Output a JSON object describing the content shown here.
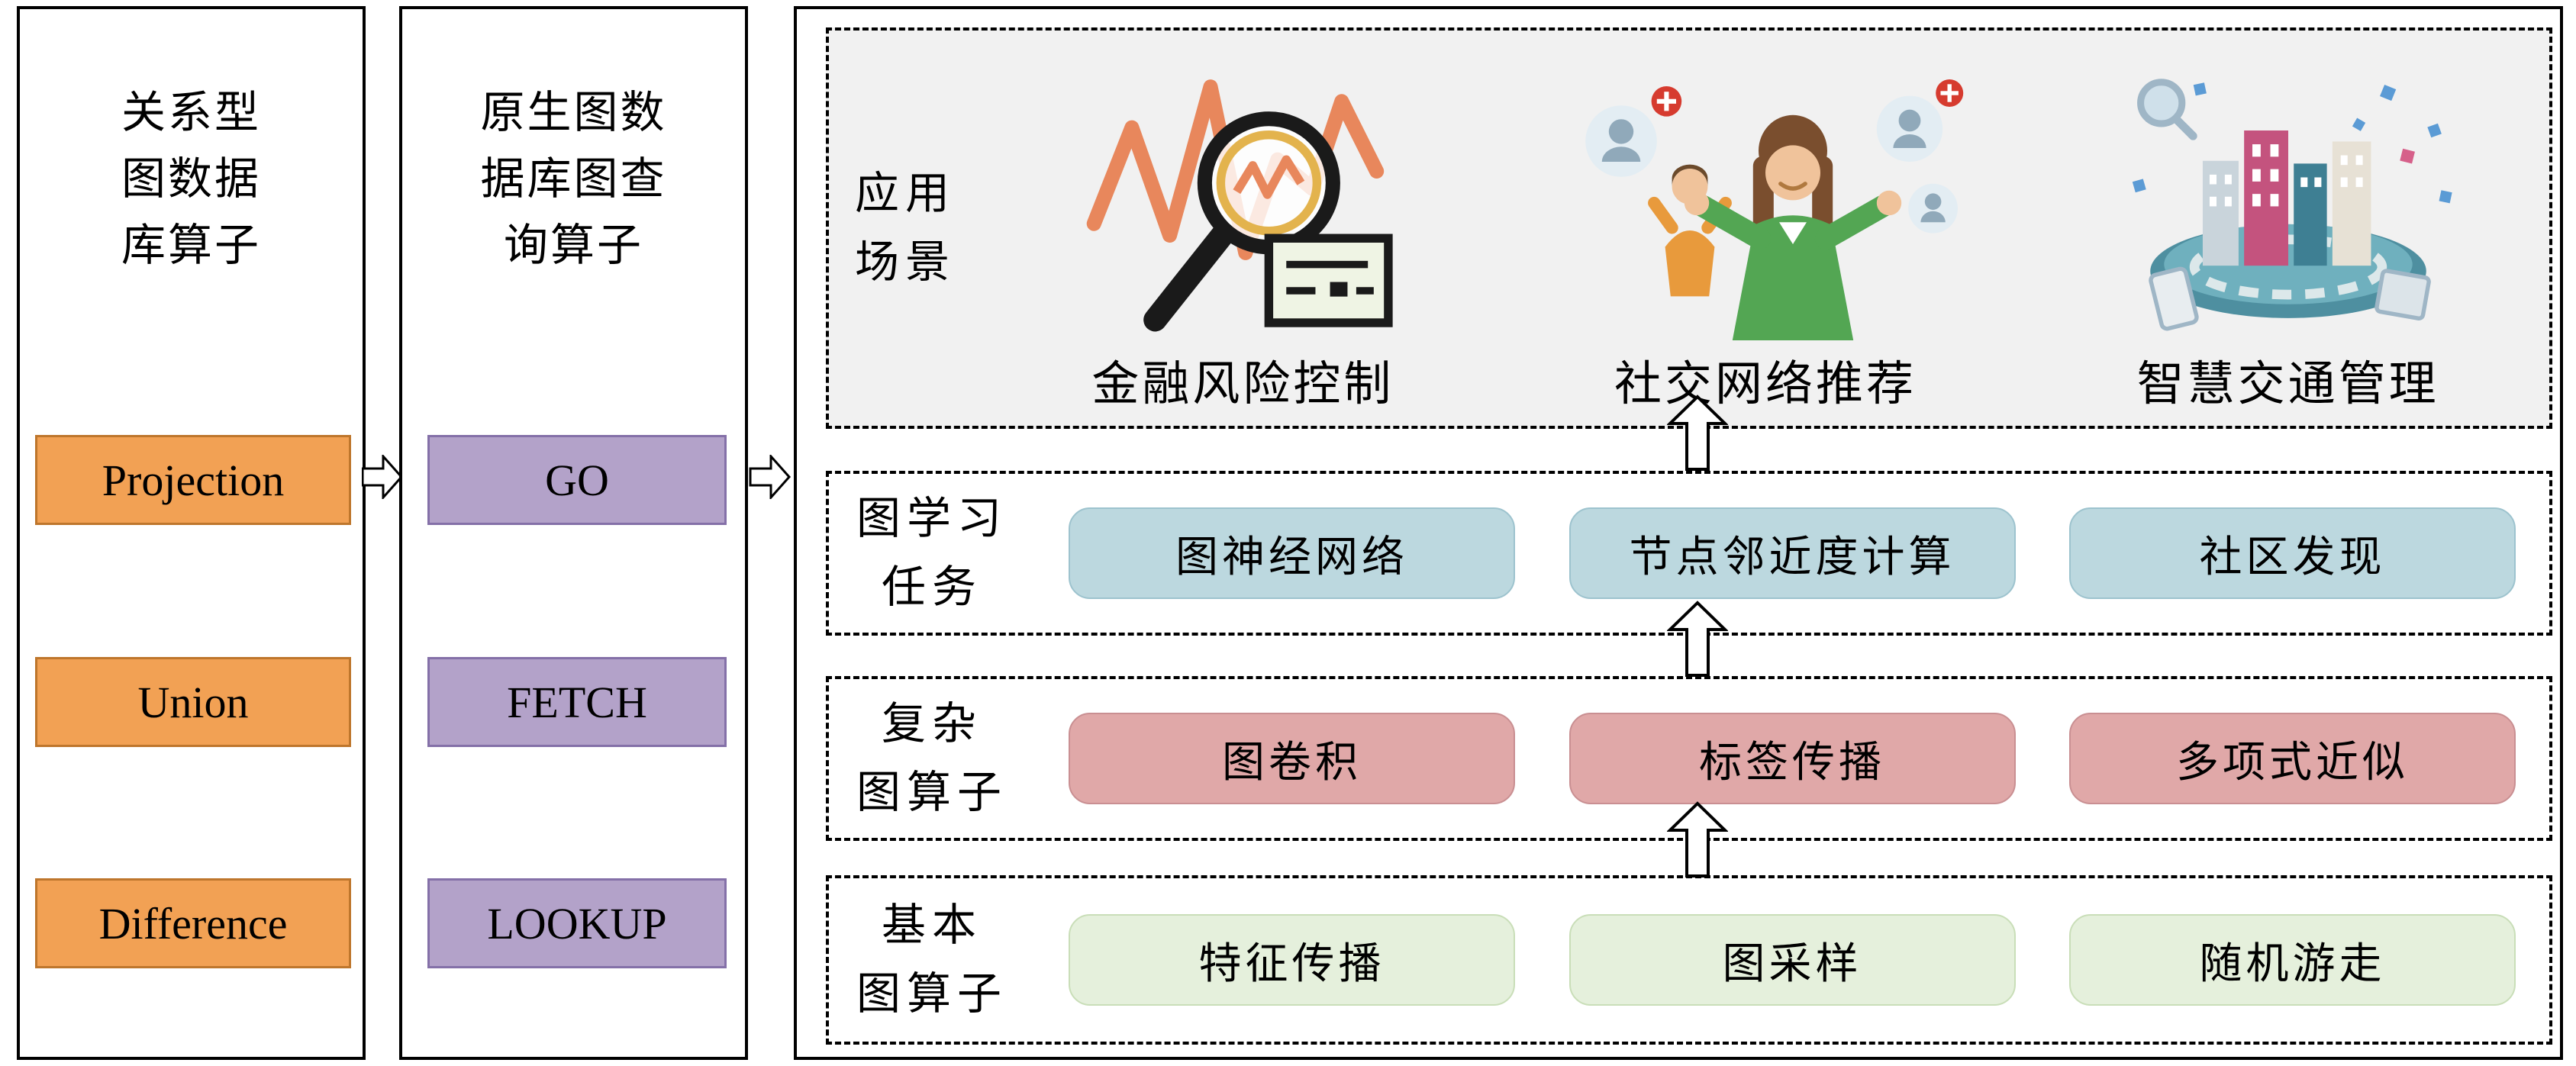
{
  "left_panel": {
    "title": "关系型\n图数据\n库算子",
    "operators": [
      "Projection",
      "Union",
      "Difference"
    ]
  },
  "middle_panel": {
    "title": "原生图数\n据库图查\n询算子",
    "operators": [
      "GO",
      "FETCH",
      "LOOKUP"
    ]
  },
  "layers": {
    "application": {
      "label": "应用\n场景",
      "scenarios": [
        {
          "caption": "金融风险控制",
          "icon": "financial-risk-illustration"
        },
        {
          "caption": "社交网络推荐",
          "icon": "social-network-illustration"
        },
        {
          "caption": "智慧交通管理",
          "icon": "smart-traffic-illustration"
        }
      ]
    },
    "graph_learning": {
      "label": "图学习\n任务",
      "items": [
        "图神经网络",
        "节点邻近度计算",
        "社区发现"
      ]
    },
    "complex_operators": {
      "label": "复杂\n图算子",
      "items": [
        "图卷积",
        "标签传播",
        "多项式近似"
      ]
    },
    "basic_operators": {
      "label": "基本\n图算子",
      "items": [
        "特征传播",
        "图采样",
        "随机游走"
      ]
    }
  },
  "icons": {
    "right_arrow": "right-block-arrow-icon",
    "up_arrow": "up-block-arrow-icon"
  },
  "colors": {
    "orange_box": "#F2A154",
    "purple_box": "#B3A2C9",
    "blue_box": "#BCD8DF",
    "pink_box": "#E0A8A8",
    "green_box": "#E5F0DC",
    "application_bg": "#F1F1F1",
    "zigzag_orange": "#E8875C",
    "city_teal": "#5E9FB0"
  }
}
